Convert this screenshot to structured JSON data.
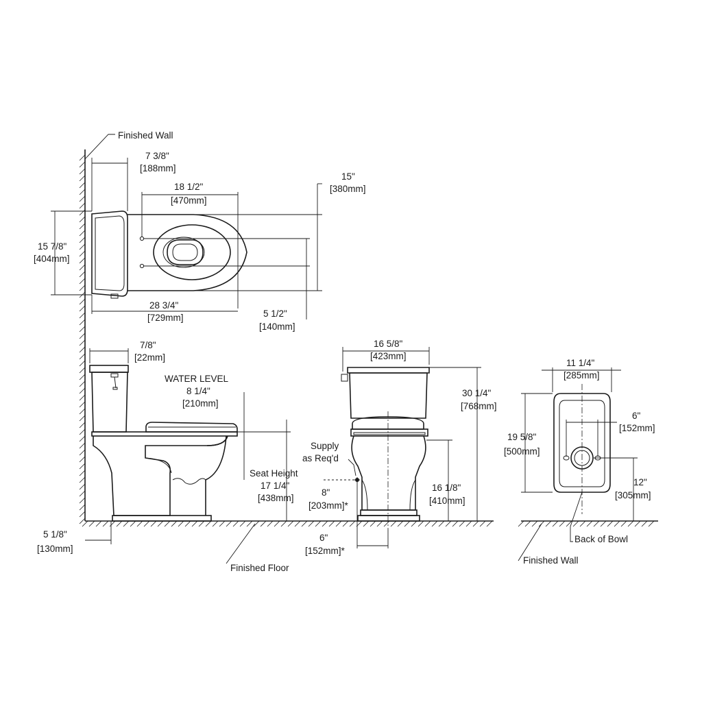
{
  "callouts": {
    "finished_wall_top": "Finished Wall",
    "water_level": "WATER LEVEL",
    "supply": "Supply",
    "as_req": "as Req'd",
    "seat_height": "Seat Height",
    "finished_floor": "Finished Floor",
    "back_of_bowl": "Back of Bowl",
    "finished_wall_right": "Finished Wall"
  },
  "top_view": {
    "tank_offset": {
      "imp": "7 3/8\"",
      "met": "[188mm]"
    },
    "bowl_length": {
      "imp": "18 1/2\"",
      "met": "[470mm]"
    },
    "seat_width": {
      "imp": "15\"",
      "met": "[380mm]"
    },
    "overall_width": {
      "imp": "15 7/8\"",
      "met": "[404mm]"
    },
    "overall_length": {
      "imp": "28 3/4\"",
      "met": "[729mm]"
    },
    "bolt_spacing": {
      "imp": "5 1/2\"",
      "met": "[140mm]"
    }
  },
  "side_view": {
    "lever_offset": {
      "imp": "7/8\"",
      "met": "[22mm]"
    },
    "water_level": {
      "imp": "8 1/4\"",
      "met": "[210mm]"
    },
    "seat_height": {
      "imp": "17 1/4\"",
      "met": "[438mm]"
    },
    "base_offset": {
      "imp": "5 1/8\"",
      "met": "[130mm]"
    }
  },
  "front_view": {
    "tank_width": {
      "imp": "16 5/8\"",
      "met": "[423mm]"
    },
    "overall_height": {
      "imp": "30 1/4\"",
      "met": "[768mm]"
    },
    "supply_height": {
      "imp": "8\"",
      "met": "[203mm]*"
    },
    "rim_height": {
      "imp": "16 1/8\"",
      "met": "[410mm]"
    },
    "supply_offset": {
      "imp": "6\"",
      "met": "[152mm]*"
    }
  },
  "base_view": {
    "width": {
      "imp": "11 1/4\"",
      "met": "[285mm]"
    },
    "depth": {
      "imp": "19 5/8\"",
      "met": "[500mm]"
    },
    "bolt_offset": {
      "imp": "6\"",
      "met": "[152mm]"
    },
    "rough_in": {
      "imp": "12\"",
      "met": "[305mm]"
    }
  }
}
